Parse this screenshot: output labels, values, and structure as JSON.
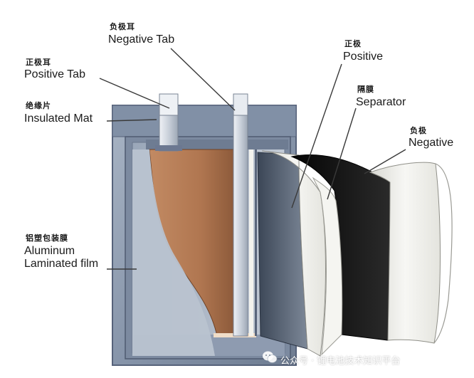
{
  "labels": {
    "negative_tab": {
      "zh": "负极耳",
      "en": "Negative Tab"
    },
    "positive_tab": {
      "zh": "正极耳",
      "en": "Positive Tab"
    },
    "insulated_mat": {
      "zh": "绝缘片",
      "en": "Insulated Mat"
    },
    "aluminum_film": {
      "zh": "铝塑包装膜",
      "en_line1": "Aluminum",
      "en_line2": "Laminated film"
    },
    "positive": {
      "zh": "正极",
      "en": "Positive"
    },
    "separator": {
      "zh": "隔膜",
      "en": "Separator"
    },
    "negative": {
      "zh": "负极",
      "en": "Negative"
    }
  },
  "watermark": {
    "text": "公众号 · 锂电池技术知识平台",
    "icon": "wechat-icon"
  },
  "colors": {
    "casing": "#8e9cb0",
    "casing_dark": "#5f6c80",
    "electrode_brown": "#b47a55",
    "negative_black": "#111111",
    "sheet_white": "#f2f2ee",
    "leader_line": "#3a3a3a"
  }
}
